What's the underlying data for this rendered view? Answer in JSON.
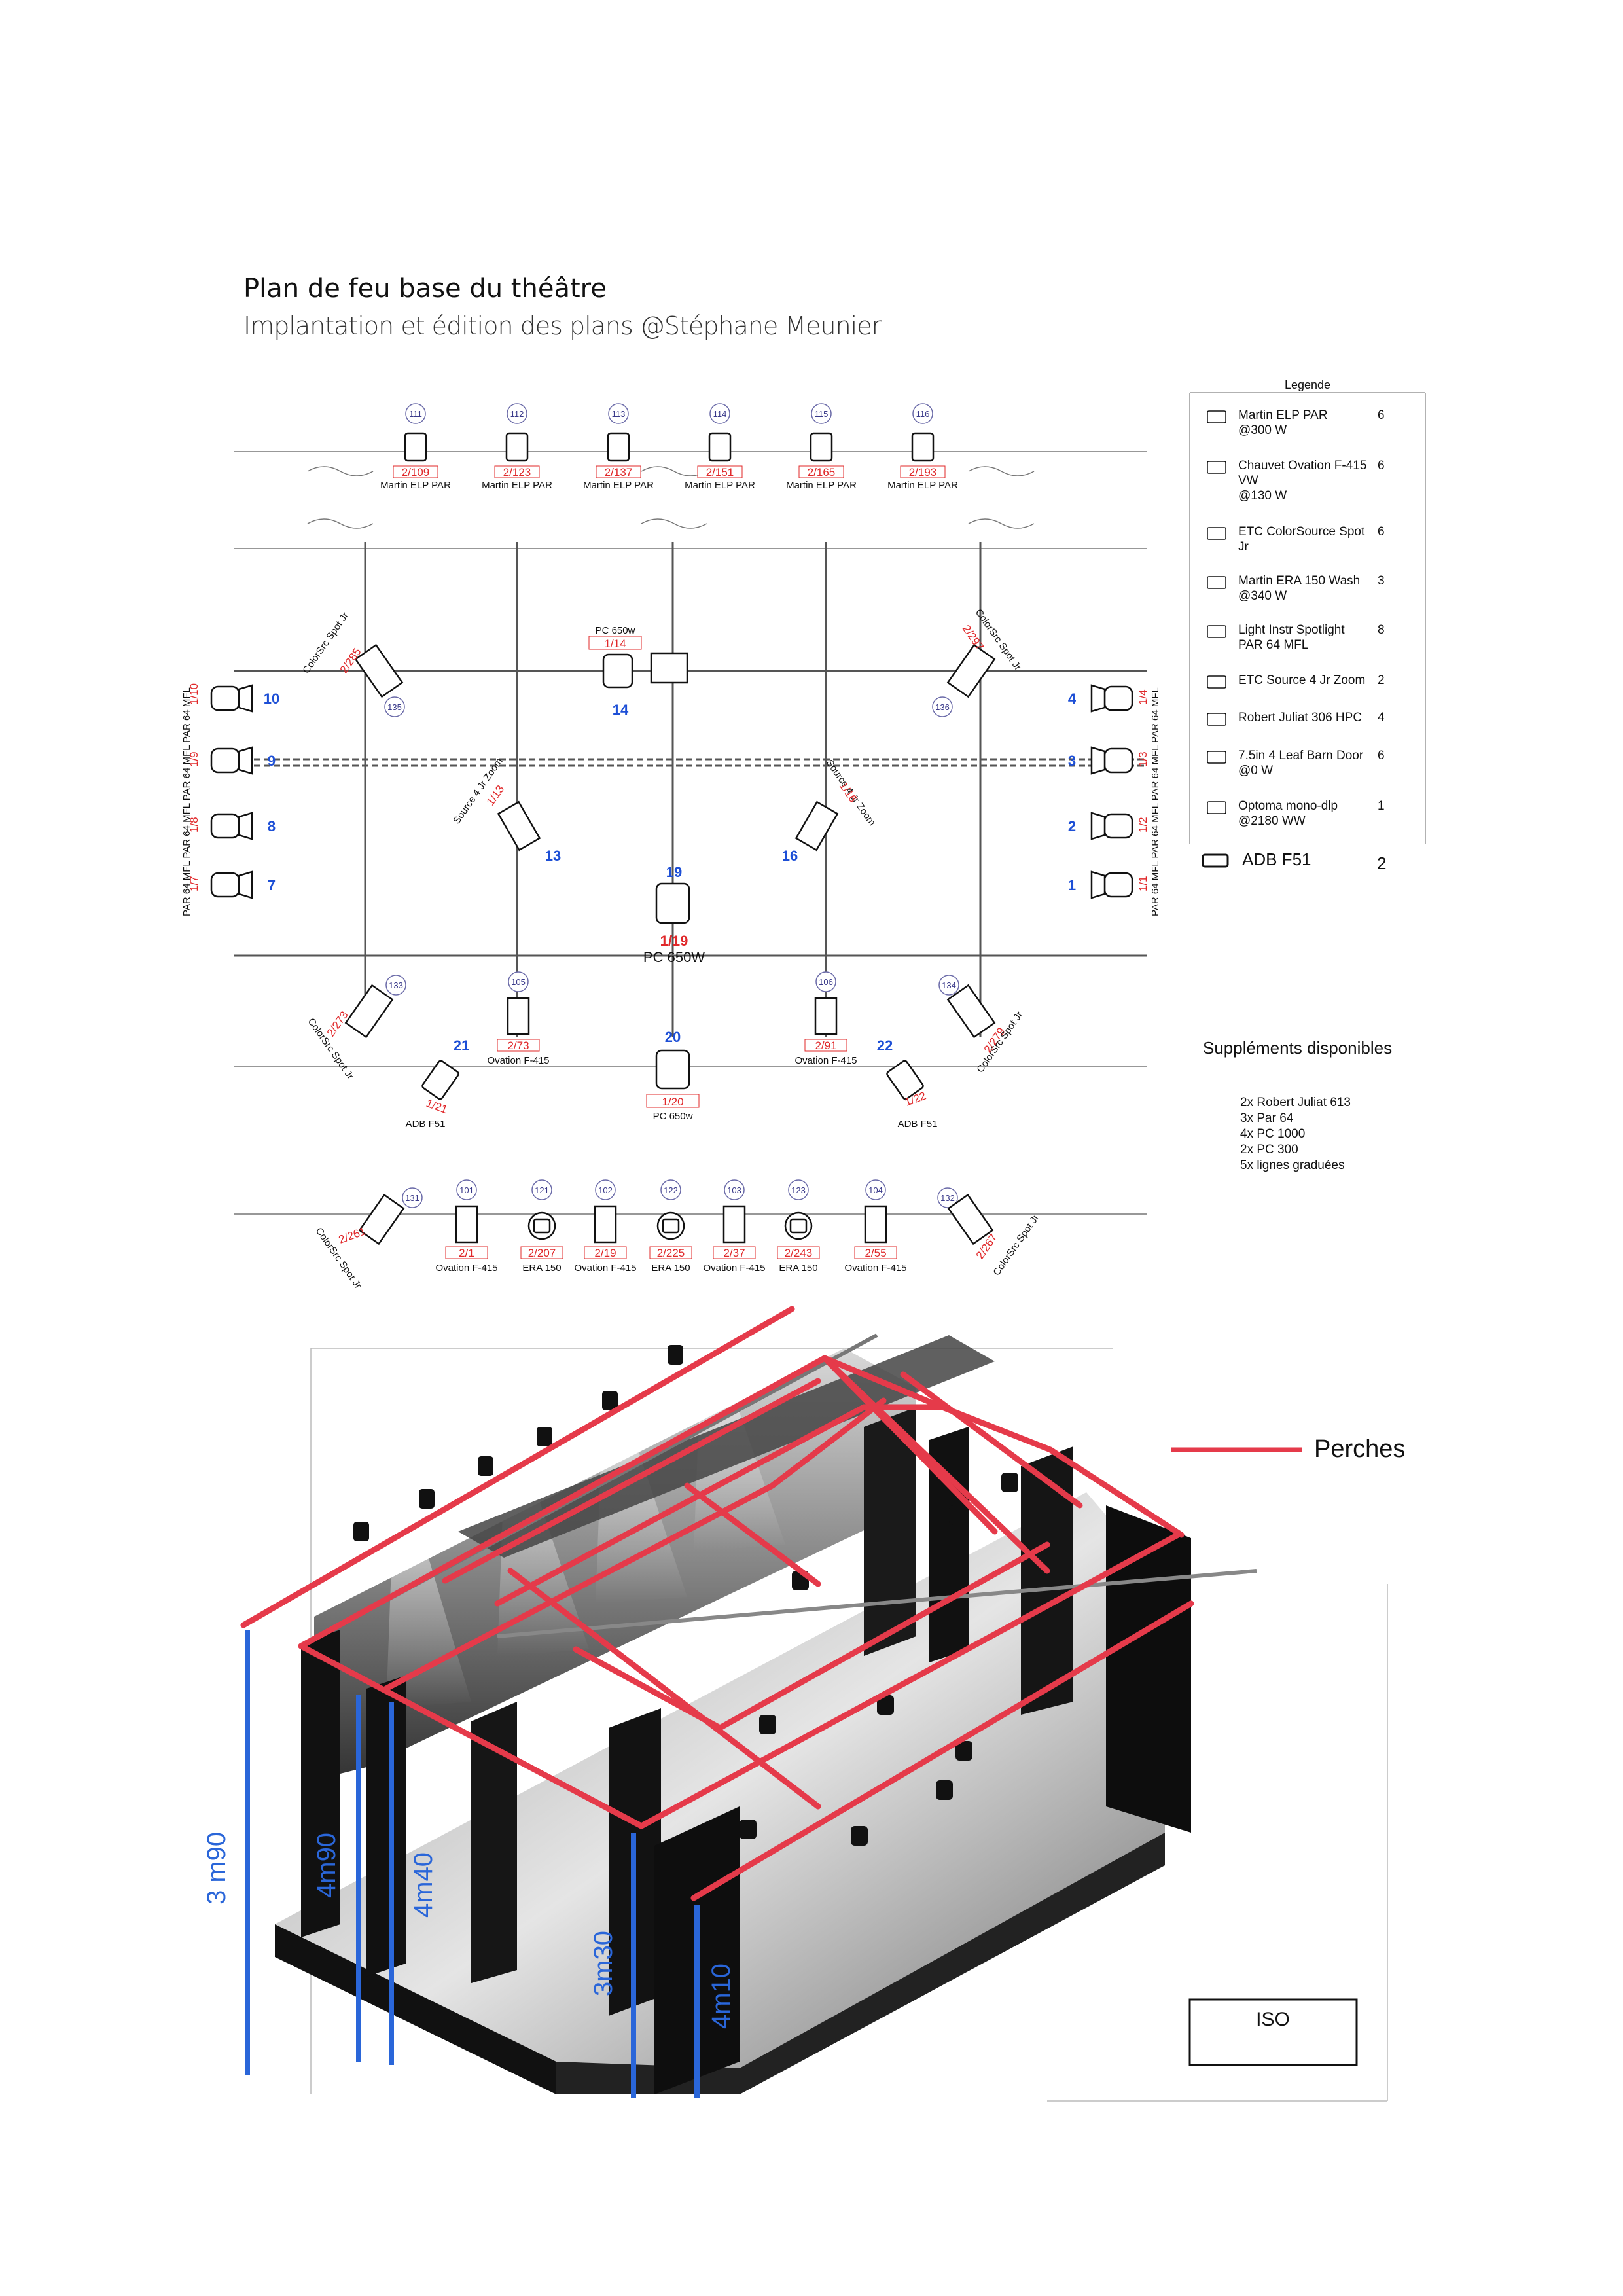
{
  "header": {
    "title": "Plan de feu base du théâtre",
    "subtitle": "Implantation et édition des plans @Stéphane Meunier"
  },
  "legend": {
    "title": "Legende",
    "items": [
      {
        "name": "Martin ELP PAR",
        "detail": "@300 W",
        "count": "6"
      },
      {
        "name": "Chauvet Ovation F-415",
        "detail": "VW",
        "detail2": "@130 W",
        "count": "6"
      },
      {
        "name": "ETC ColorSource Spot",
        "detail": "Jr",
        "count": "6"
      },
      {
        "name": "Martin ERA 150 Wash",
        "detail": "@340 W",
        "count": "3"
      },
      {
        "name": "Light Instr Spotlight",
        "detail": "PAR 64 MFL",
        "count": "8"
      },
      {
        "name": "ETC Source 4 Jr Zoom",
        "detail": "",
        "count": "2"
      },
      {
        "name": "Robert Juliat 306 HPC",
        "detail": "",
        "count": "4"
      },
      {
        "name": "7.5in 4 Leaf Barn Door",
        "detail": "@0 W",
        "count": "6"
      },
      {
        "name": "Optoma mono-dlp",
        "detail": "@2180 WW",
        "count": "1"
      }
    ],
    "extra": {
      "name": "ADB F51",
      "count": "2"
    }
  },
  "supplements": {
    "title": "Suppléments disponibles",
    "items": [
      "2x Robert Juliat 613",
      "3x Par 64",
      "4x PC 1000",
      "2x PC 300",
      "5x lignes graduées"
    ]
  },
  "plan": {
    "top_row": [
      {
        "id": "111",
        "ch": "2/109",
        "type": "Martin ELP PAR"
      },
      {
        "id": "112",
        "ch": "2/123",
        "type": "Martin ELP PAR"
      },
      {
        "id": "113",
        "ch": "2/137",
        "type": "Martin ELP PAR"
      },
      {
        "id": "114",
        "ch": "2/151",
        "type": "Martin ELP PAR"
      },
      {
        "id": "115",
        "ch": "2/165",
        "type": "Martin ELP PAR"
      },
      {
        "id": "116",
        "ch": "2/193",
        "type": "Martin ELP PAR"
      }
    ],
    "pc_top": {
      "name": "PC 650w",
      "ch": "1/14",
      "num": "14"
    },
    "spot_tl": {
      "name": "ColorSrc Spot Jr",
      "ch": "2/285",
      "id": "135"
    },
    "spot_tr": {
      "name": "ColorSrc Spot Jr",
      "ch": "2/297",
      "id": "136"
    },
    "left_par": [
      {
        "num": "10",
        "ch": "1/10"
      },
      {
        "num": "9",
        "ch": "1/9"
      },
      {
        "num": "8",
        "ch": "1/8"
      },
      {
        "num": "7",
        "ch": "1/7"
      }
    ],
    "right_par": [
      {
        "num": "4",
        "ch": "1/4"
      },
      {
        "num": "3",
        "ch": "1/3"
      },
      {
        "num": "2",
        "ch": "1/2"
      },
      {
        "num": "1",
        "ch": "1/1"
      }
    ],
    "left_side_label": "PAR 64 MFL PAR 64 MFL PAR 64 MFL PAR 64 MFL",
    "right_side_label": "PAR 64 MFL PAR 64 MFL PAR 64 MFL PAR 64 MFL",
    "zoom_left": {
      "name": "Source 4 Jr Zoom",
      "ch": "1/13",
      "num": "13"
    },
    "zoom_right": {
      "name": "Source 4 Jr Zoom",
      "ch": "1/16",
      "num": "16"
    },
    "pc_center": {
      "num": "19",
      "ch": "1/19",
      "name": "PC 650W"
    },
    "pc_bottom": {
      "num": "20",
      "ch": "1/20",
      "name": "PC 650w"
    },
    "spot_bl": {
      "name": "ColorSrc Spot Jr",
      "ch": "2/273",
      "id": "133"
    },
    "spot_br": {
      "name": "ColorSrc Spot Jr",
      "ch": "2/279",
      "id": "134"
    },
    "ov_105": {
      "id": "105",
      "ch": "2/73",
      "name": "Ovation F-415"
    },
    "ov_106": {
      "id": "106",
      "ch": "2/91",
      "name": "Ovation F-415"
    },
    "adb_left": {
      "num": "21",
      "ch": "1/21",
      "name": "ADB F51"
    },
    "adb_right": {
      "num": "22",
      "ch": "1/22",
      "name": "ADB F51"
    },
    "front_row": [
      {
        "id": "101",
        "ch": "2/1",
        "name": "Ovation F-415"
      },
      {
        "id": "121",
        "ch": "2/207",
        "name": "ERA 150"
      },
      {
        "id": "102",
        "ch": "2/19",
        "name": "Ovation F-415"
      },
      {
        "id": "122",
        "ch": "2/225",
        "name": "ERA 150"
      },
      {
        "id": "103",
        "ch": "2/37",
        "name": "Ovation F-415"
      },
      {
        "id": "123",
        "ch": "2/243",
        "name": "ERA 150"
      },
      {
        "id": "104",
        "ch": "2/55",
        "name": "Ovation F-415"
      }
    ],
    "spot_fl": {
      "name": "ColorSrc Spot Jr",
      "ch": "2/261",
      "id": "131"
    },
    "spot_fr": {
      "name": "ColorSrc Spot Jr",
      "ch": "2/267",
      "id": "132"
    }
  },
  "iso": {
    "perches_label": "Perches",
    "view_label": "ISO",
    "heights": [
      "3 m90",
      "4m90",
      "4m40",
      "3m30",
      "4m10"
    ]
  }
}
